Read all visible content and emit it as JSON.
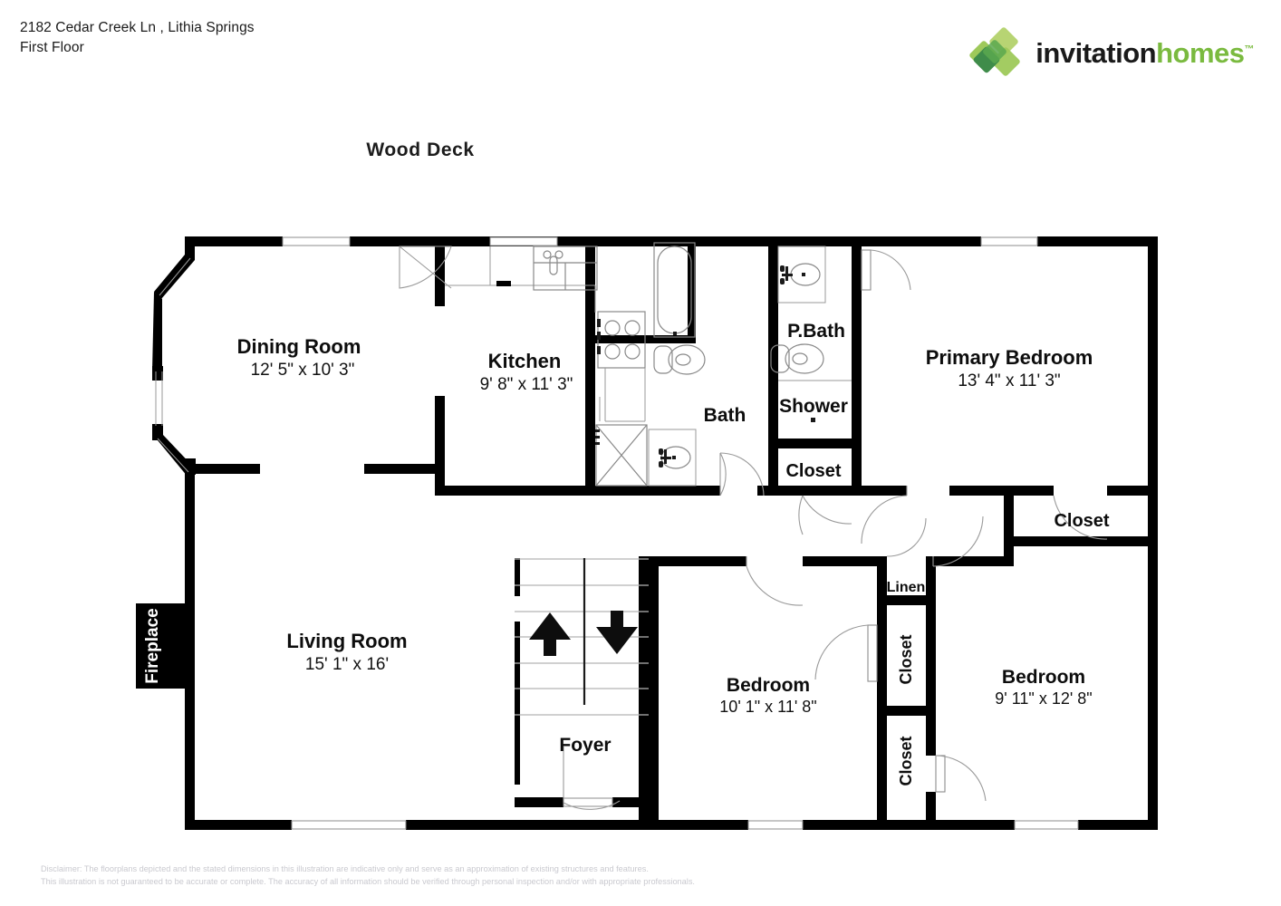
{
  "header": {
    "address": "2182 Cedar Creek Ln , Lithia Springs",
    "floor": "First Floor"
  },
  "brand": {
    "name_part1": "invitation",
    "name_part2": "homes",
    "trademark": "™",
    "logo_icon": "invitation-homes-diamond-logo",
    "accent_color": "#7aba3f",
    "colors": [
      "#9ec95a",
      "#b7d473",
      "#3f8c4a",
      "#5aa84f"
    ]
  },
  "plan": {
    "exterior_label": "Wood Deck",
    "fireplace": "Fireplace",
    "rooms": [
      {
        "name": "Dining Room",
        "dim": "12' 5\" x 10' 3\""
      },
      {
        "name": "Kitchen",
        "dim": "9' 8\" x 11' 3\""
      },
      {
        "name": "Primary Bedroom",
        "dim": "13' 4\" x 11' 3\""
      },
      {
        "name": "Living Room",
        "dim": "15' 1\" x 16'"
      },
      {
        "name": "Bedroom",
        "dim": "10' 1\" x 11' 8\""
      },
      {
        "name": "Bedroom",
        "dim": "9' 11\" x 12' 8\""
      }
    ],
    "small_rooms": [
      {
        "name": "Bath"
      },
      {
        "name": "P.Bath"
      },
      {
        "name": "Shower"
      },
      {
        "name": "Closet"
      },
      {
        "name": "Closet"
      },
      {
        "name": "Linen"
      },
      {
        "name": "Closet"
      },
      {
        "name": "Closet"
      },
      {
        "name": "Foyer"
      }
    ],
    "stairs": {
      "up_arrow": "stairs-up-arrow",
      "down_arrow": "stairs-down-arrow"
    }
  },
  "disclaimer": {
    "line1": "Disclaimer: The floorplans depicted and the stated dimensions in this illustration are indicative only and serve as an approximation of existing structures and features.",
    "line2": "This illustration is not guaranteed to be accurate or complete. The accuracy of all information should be verified through personal inspection and/or with appropriate professionals."
  }
}
